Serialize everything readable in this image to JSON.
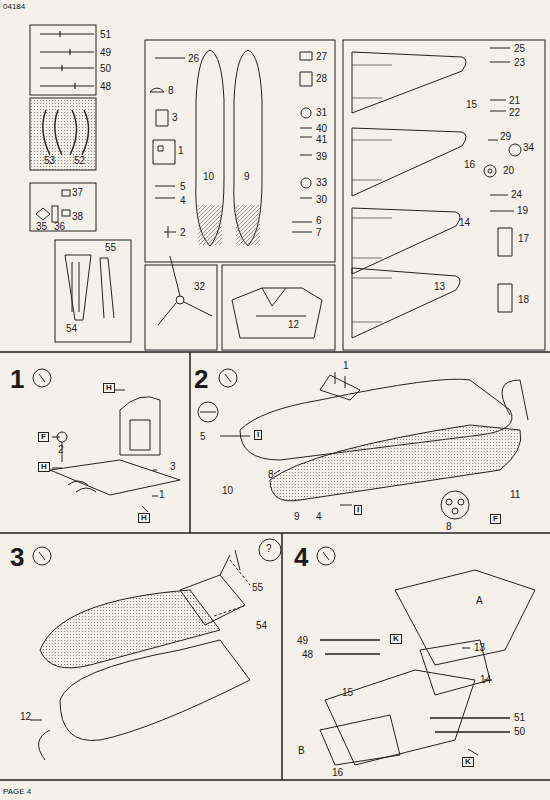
{
  "diagram": {
    "labels": [
      "04184",
      "51",
      "49",
      "50",
      "48",
      "53",
      "52",
      "37",
      "35",
      "36",
      "38",
      "55",
      "54",
      "26",
      "8",
      "3",
      "1",
      "5",
      "4",
      "2",
      "10",
      "9",
      "27",
      "28",
      "31",
      "40",
      "41",
      "39",
      "33",
      "30",
      "6",
      "7",
      "32",
      "12",
      "25",
      "23",
      "15",
      "21",
      "22",
      "16",
      "29",
      "34",
      "20",
      "24",
      "19",
      "14",
      "17",
      "13",
      "18",
      "1",
      "H",
      "F",
      "2",
      "H",
      "3",
      "1",
      "H",
      "2",
      "1",
      "5",
      "I",
      "10",
      "8",
      "9",
      "4",
      "I",
      "11",
      "8",
      "F",
      "3",
      "?",
      "12",
      "55",
      "54",
      "4",
      "A",
      "13",
      "14",
      "49",
      "48",
      "K",
      "15",
      "B",
      "16",
      "51",
      "50",
      "K",
      "PAGE 4"
    ]
  }
}
